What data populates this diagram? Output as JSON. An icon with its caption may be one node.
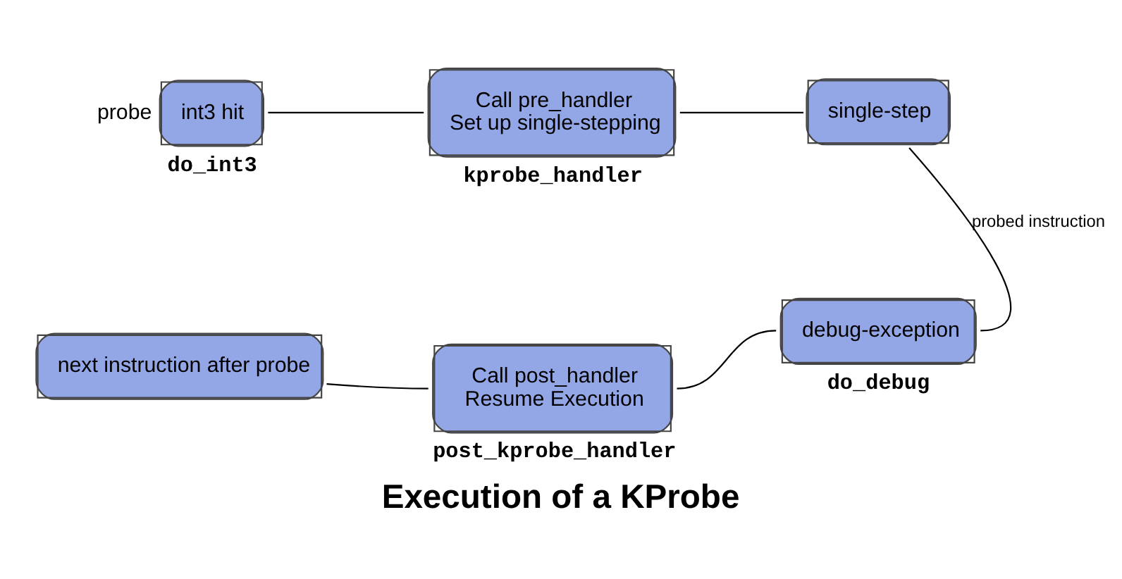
{
  "diagram": {
    "title": "Execution of a KProbe",
    "nodes": [
      {
        "text": [
          "int3 hit"
        ],
        "beside": [
          "probe",
          "do_int3"
        ]
      },
      {
        "text": [
          "Call pre_handler",
          "Set up single-stepping"
        ],
        "beside": [
          "kprobe_handler"
        ]
      },
      {
        "text": [
          "single-step"
        ]
      },
      {
        "text": [
          "debug-exception"
        ],
        "beside": [
          "do_debug"
        ]
      },
      {
        "text": [
          "Call post_handler",
          "Resume Execution"
        ],
        "beside": [
          "post_kprobe_handler"
        ]
      },
      {
        "text": [
          "next instruction after probe"
        ]
      }
    ],
    "edges": [
      {
        "from": 0,
        "to": 1,
        "arrow": "none"
      },
      {
        "from": 1,
        "to": 2,
        "arrow": "none"
      },
      {
        "from": 2,
        "to": 3,
        "arrow": "none",
        "label": "probed instruction"
      },
      {
        "from": 3,
        "to": 4,
        "arrow": "none"
      },
      {
        "from": 4,
        "to": 5,
        "arrow": "none"
      }
    ]
  }
}
